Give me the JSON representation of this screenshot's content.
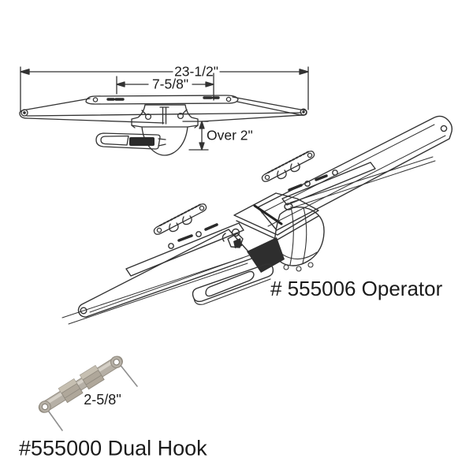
{
  "page": {
    "background": "#ffffff",
    "description": "Awning window operator hardware diagram"
  },
  "colors": {
    "line": "#333333",
    "text": "#1b1b1b",
    "dark_fill": "#2e2e2e",
    "hook_body": "#b6b0a6",
    "hook_edge": "#8f897e",
    "hook_highlight": "#d8d4cb",
    "hook_hex": "#afa79a",
    "hook_hex_top": "#c6bfb1",
    "pin": "#8f8f8f"
  },
  "front_view": {
    "name": "operator front view drawing",
    "dim_total": {
      "label": "23-1/2\""
    },
    "dim_inner": {
      "label": "7-5/8\""
    },
    "dim_depth": {
      "label": "Over 2\""
    }
  },
  "perspective_view": {
    "name": "operator perspective drawing",
    "caption": "# 555006 Operator"
  },
  "dual_hook": {
    "name": "dual hook part photo",
    "dim_length": {
      "label": "2-5/8\""
    },
    "caption": "#555000 Dual Hook"
  }
}
